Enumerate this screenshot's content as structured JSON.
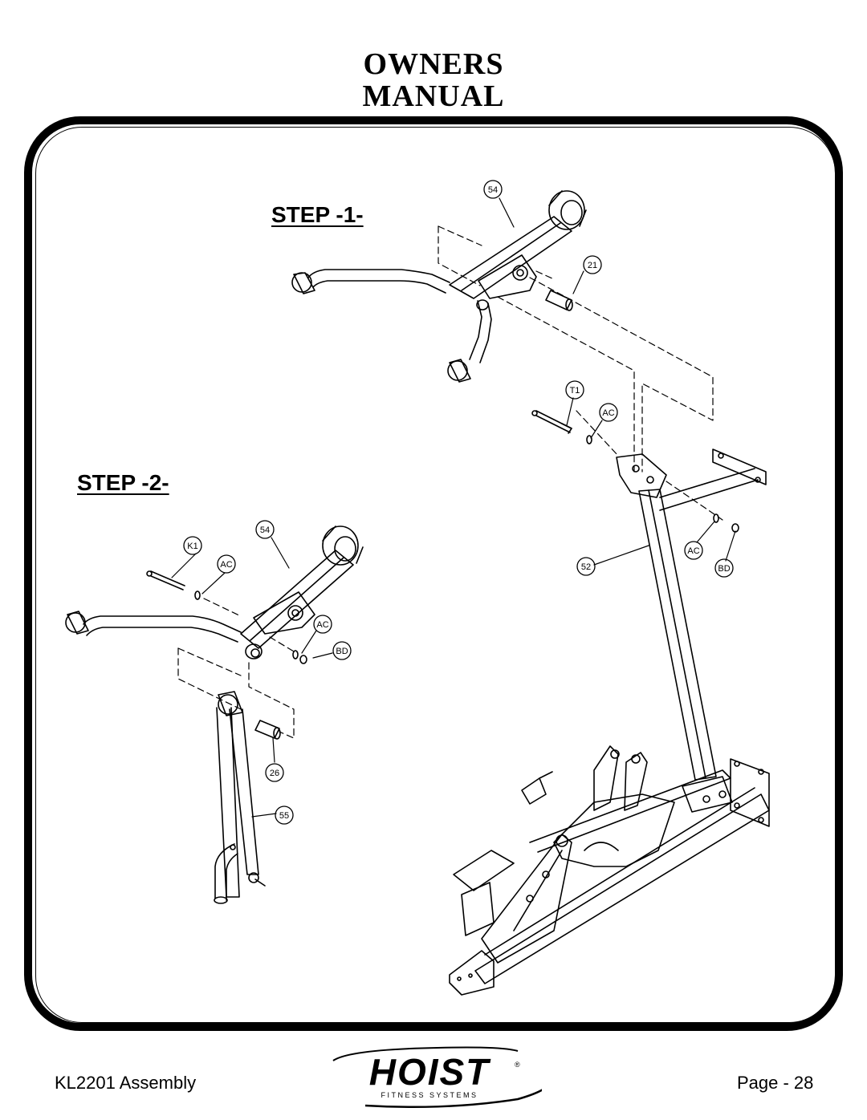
{
  "header": {
    "title_line1": "OWNERS",
    "title_line2": "MANUAL"
  },
  "steps": {
    "step1": "STEP -1-",
    "step2": "STEP -2-"
  },
  "callouts": {
    "c54a": "54",
    "c21": "21",
    "cT1": "T1",
    "cACa": "AC",
    "c52": "52",
    "cACb": "AC",
    "cBDa": "BD",
    "cK1": "K1",
    "cACc": "AC",
    "c54b": "54",
    "cACd": "AC",
    "cBDb": "BD",
    "c26": "26",
    "c55": "55"
  },
  "footer": {
    "assembly": "KL2201 Assembly",
    "page": "Page - 28"
  },
  "logo": {
    "brand": "HOIST",
    "tagline": "FITNESS SYSTEMS",
    "registered": "®"
  }
}
